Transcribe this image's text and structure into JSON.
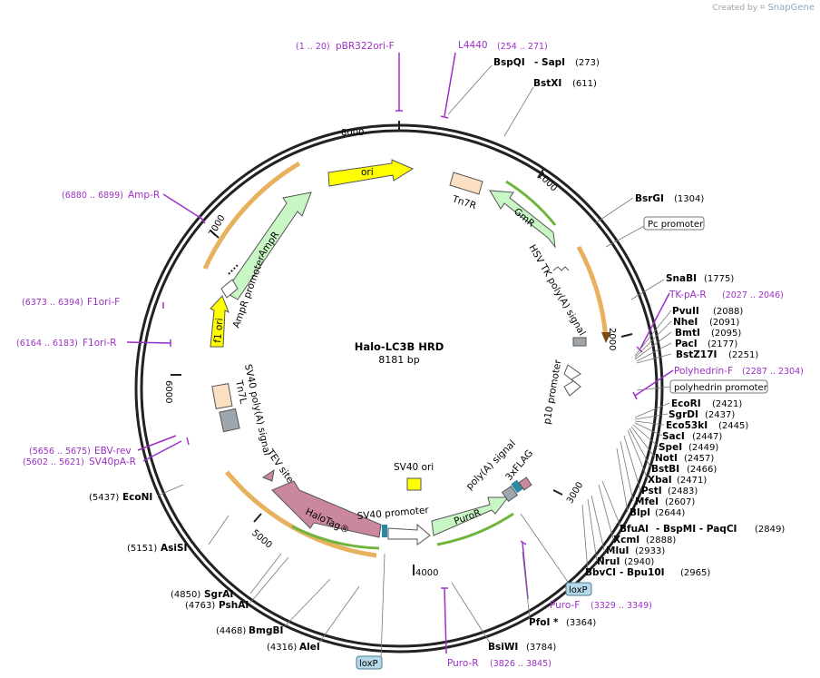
{
  "header": {
    "created_by": "Created by",
    "brand": "SnapGene"
  },
  "plasmid": {
    "name": "Halo-LC3B HRD",
    "size": "8181 bp"
  },
  "ticks": [
    "1000",
    "2000",
    "3000",
    "4000",
    "5000",
    "6000",
    "7000",
    "8000"
  ],
  "features": [
    {
      "label": "ori"
    },
    {
      "label": "AmpR"
    },
    {
      "label": "AmpR promoter"
    },
    {
      "label": "f1 ori"
    },
    {
      "label": "Tn7R"
    },
    {
      "label": "GmR"
    },
    {
      "label": "HSV TK poly(A) signal"
    },
    {
      "label": "p10 promoter"
    },
    {
      "label": "SV40 poly(A) signal"
    },
    {
      "label": "Tn7L"
    },
    {
      "label": "TEV site"
    },
    {
      "label": "HaloTag®"
    },
    {
      "label": "SV40 promoter"
    },
    {
      "label": "SV40 ori"
    },
    {
      "label": "PuroR"
    },
    {
      "label": "poly(A) signal"
    },
    {
      "label": "3xFLAG"
    }
  ],
  "primers": [
    {
      "name": "pBR322ori-F",
      "range": "(1 .. 20)"
    },
    {
      "name": "L4440",
      "range": "(254 .. 271)"
    },
    {
      "name": "Amp-R",
      "range": "(6880 .. 6899)"
    },
    {
      "name": "F1ori-F",
      "range": "(6373 .. 6394)"
    },
    {
      "name": "F1ori-R",
      "range": "(6164 .. 6183)"
    },
    {
      "name": "EBV-rev",
      "range": "(5656 .. 5675)"
    },
    {
      "name": "SV40pA-R",
      "range": "(5602 .. 5621)"
    },
    {
      "name": "TK-pA-R",
      "range": "(2027 .. 2046)"
    },
    {
      "name": "Polyhedrin-F",
      "range": "(2287 .. 2304)"
    },
    {
      "name": "Puro-F",
      "range": "(3329 .. 3349)"
    },
    {
      "name": "Puro-R",
      "range": "(3826 .. 3845)"
    }
  ],
  "enzymes": [
    {
      "name": "BspQI",
      "extra": "- SapI",
      "pos": "(273)"
    },
    {
      "name": "BstXI",
      "pos": "(611)"
    },
    {
      "name": "BsrGI",
      "pos": "(1304)"
    },
    {
      "name": "SnaBI",
      "pos": "(1775)"
    },
    {
      "name": "PvuII",
      "pos": "(2088)"
    },
    {
      "name": "NheI",
      "pos": "(2091)"
    },
    {
      "name": "BmtI",
      "pos": "(2095)"
    },
    {
      "name": "PacI",
      "pos": "(2177)"
    },
    {
      "name": "BstZ17I",
      "pos": "(2251)"
    },
    {
      "name": "EcoRI",
      "pos": "(2421)"
    },
    {
      "name": "SgrDI",
      "pos": "(2437)"
    },
    {
      "name": "Eco53kI",
      "pos": "(2445)"
    },
    {
      "name": "SacI",
      "pos": "(2447)"
    },
    {
      "name": "SpeI",
      "pos": "(2449)"
    },
    {
      "name": "NotI",
      "pos": "(2457)"
    },
    {
      "name": "BstBI",
      "pos": "(2466)"
    },
    {
      "name": "XbaI",
      "pos": "(2471)"
    },
    {
      "name": "PstI",
      "pos": "(2483)"
    },
    {
      "name": "MfeI",
      "pos": "(2607)"
    },
    {
      "name": "BlpI",
      "pos": "(2644)"
    },
    {
      "name": "BfuAI",
      "extra": "- BspMI - PaqCI",
      "pos": "(2849)"
    },
    {
      "name": "XcmI",
      "pos": "(2888)"
    },
    {
      "name": "MluI",
      "pos": "(2933)"
    },
    {
      "name": "NruI",
      "pos": "(2940)"
    },
    {
      "name": "BbvCI",
      "extra": "- Bpu10I",
      "pos": "(2965)"
    },
    {
      "name": "PfoI *",
      "pos": "(3364)"
    },
    {
      "name": "BsiWI",
      "pos": "(3784)"
    },
    {
      "name": "AleI",
      "pos": "(4316)"
    },
    {
      "name": "BmgBI",
      "pos": "(4468)"
    },
    {
      "name": "PshAI",
      "pos": "(4763)"
    },
    {
      "name": "SgrAI",
      "pos": "(4850)"
    },
    {
      "name": "AsiSI",
      "pos": "(5151)"
    },
    {
      "name": "EcoNI",
      "pos": "(5437)"
    }
  ],
  "boxed_labels": [
    {
      "label": "Pc promoter"
    },
    {
      "label": "polyhedrin promoter"
    },
    {
      "label": "loxP"
    },
    {
      "label": "loxP"
    }
  ],
  "colors": {
    "ring": "#222222",
    "primer": "#9b30c6",
    "ori": "#ffff00",
    "marker": "#c8f7c5",
    "promoter": "#ffffff",
    "origin_misc": "#ffff66",
    "halotag": "#c9889f",
    "orange_arc": "#e8b15e",
    "green_arc": "#6fb53d",
    "tn7": "#fde0c2",
    "polyA": "#9ea7ad",
    "loxp_fill": "#b5d9e8"
  }
}
